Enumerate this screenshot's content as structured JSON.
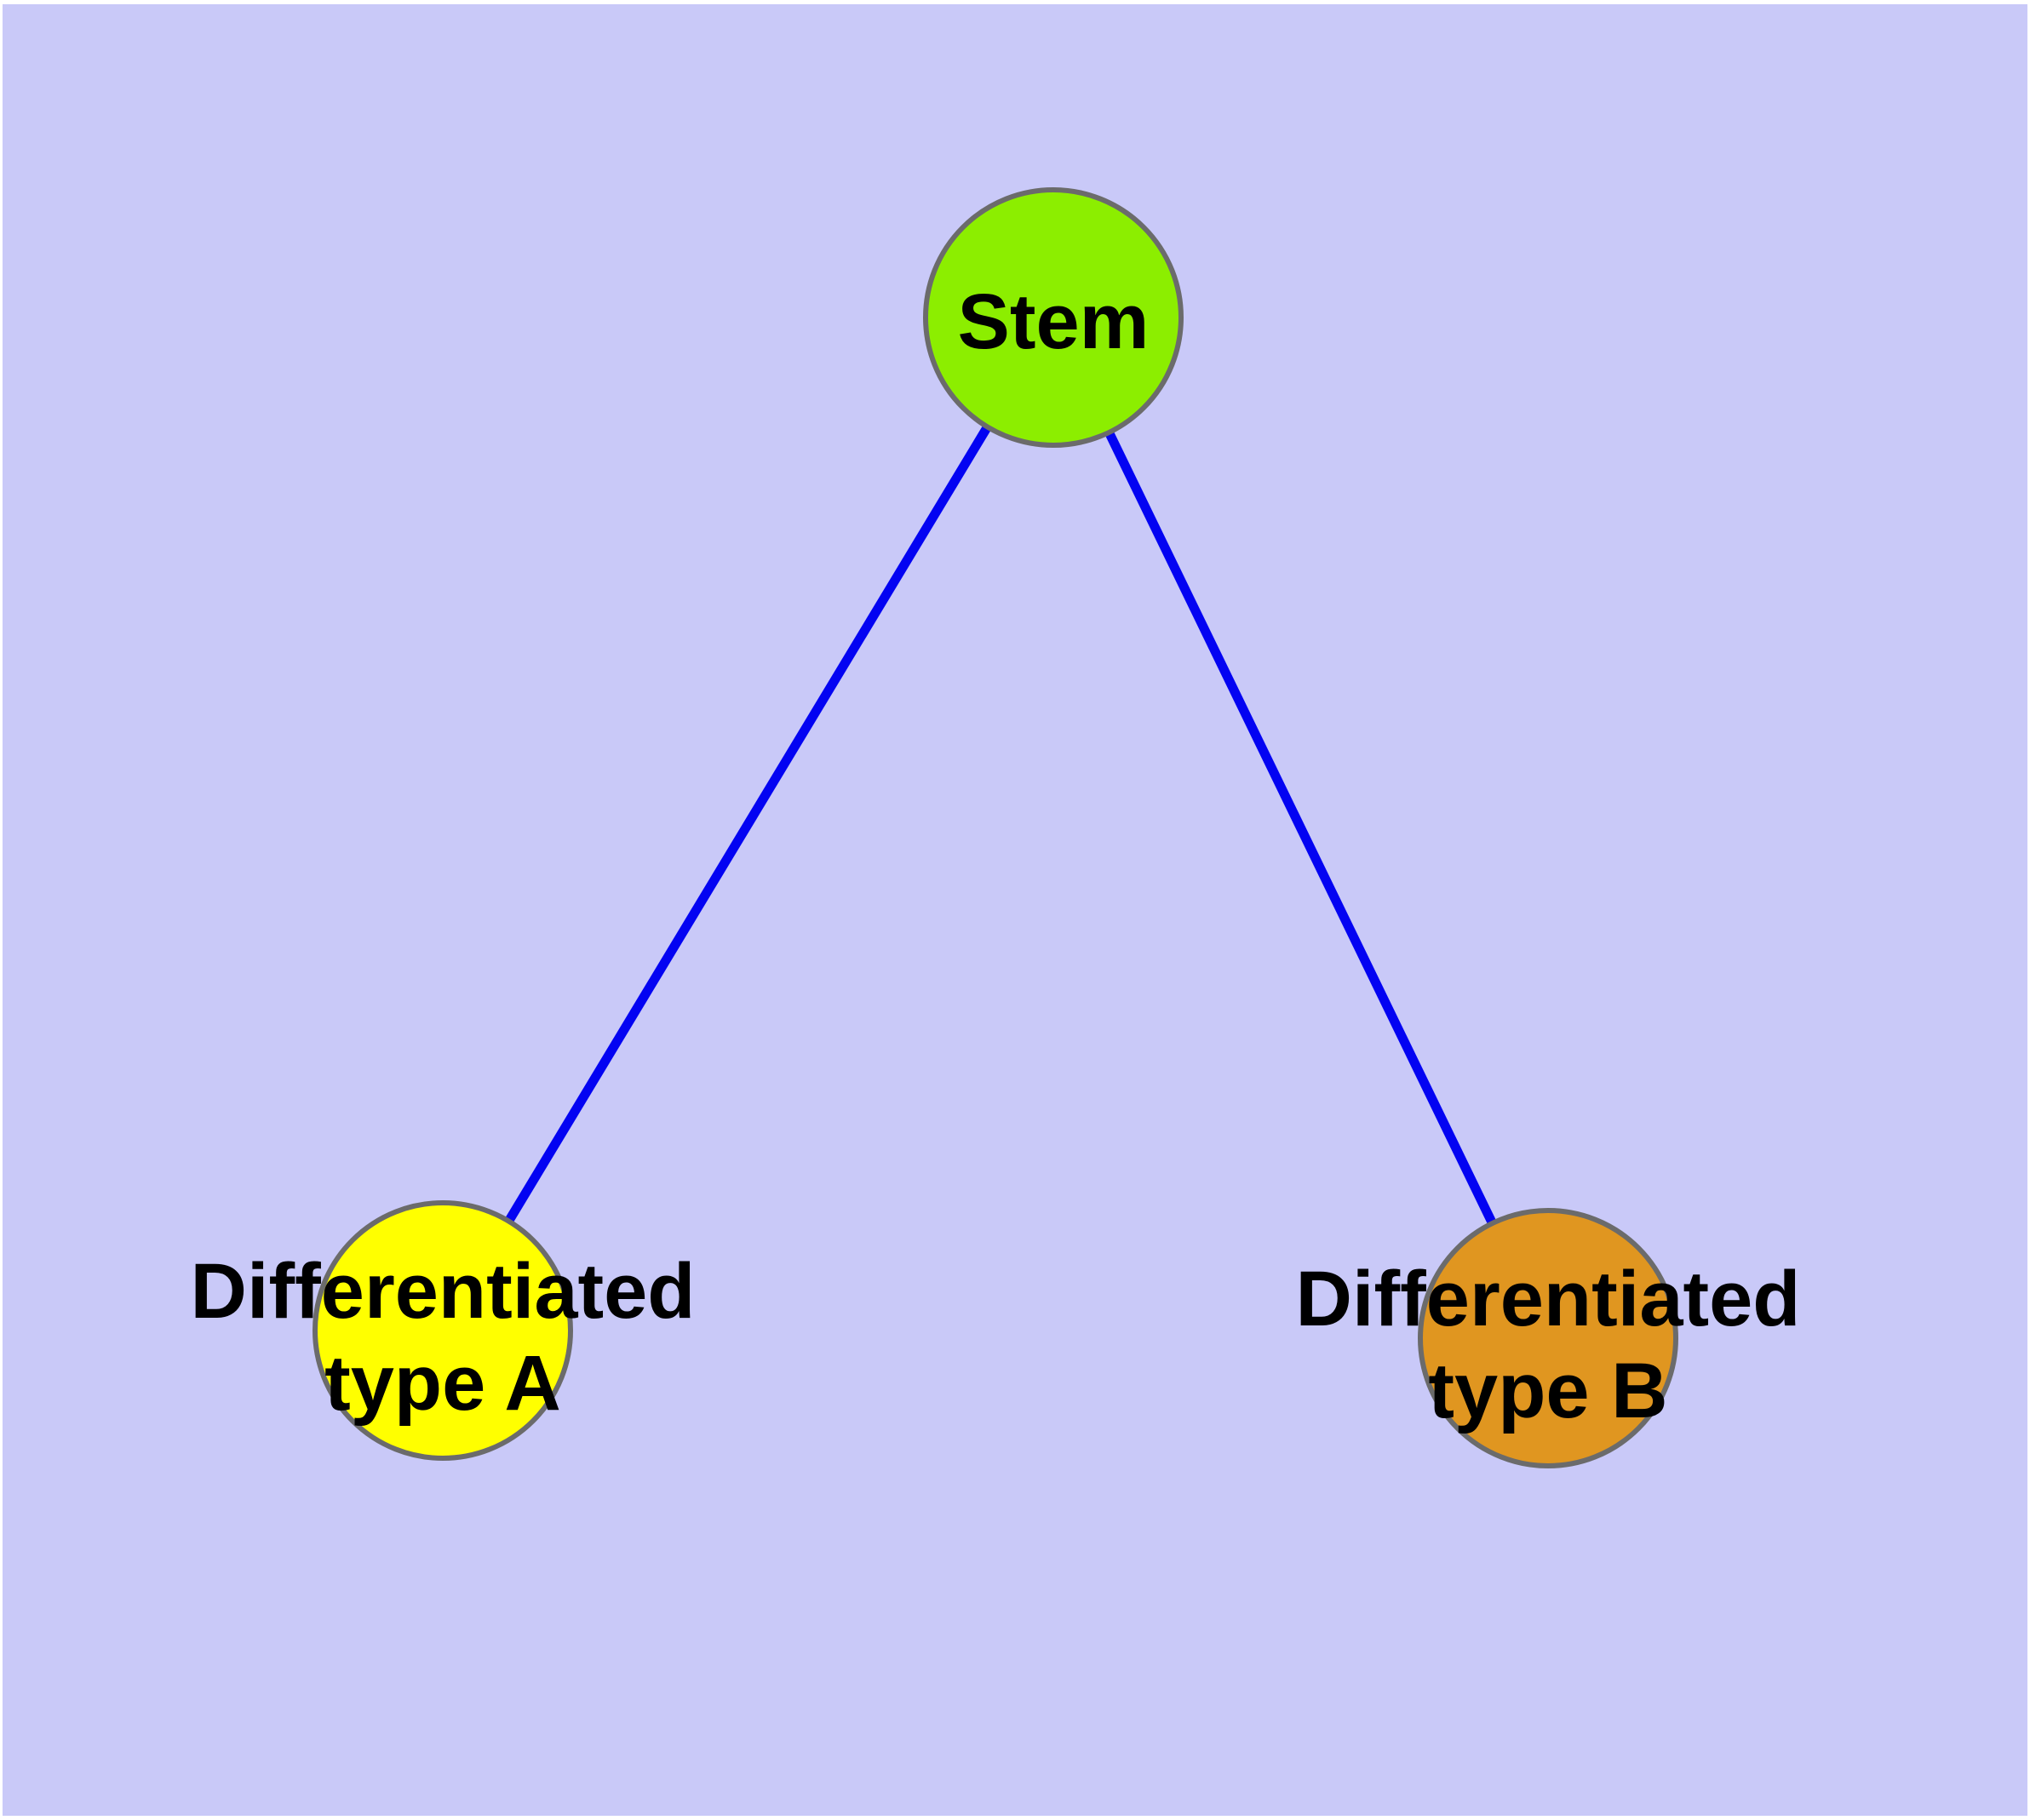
{
  "diagram": {
    "type": "graph",
    "description": "Stem cell differentiation diagram",
    "colors": {
      "background": "#c9c9f8",
      "page": "#ffffff",
      "edge": "#0303f2",
      "node_border": "#6b6b6b",
      "label": "#000000"
    },
    "nodes": [
      {
        "id": "stem",
        "label": "Stem",
        "lines": [
          "Stem",
          ""
        ],
        "color": "#8cee00"
      },
      {
        "id": "differentiated-type-a",
        "label": "Differentiated type A",
        "lines": [
          "Differentiated",
          "type A"
        ],
        "color": "#ffff00"
      },
      {
        "id": "differentiated-type-b",
        "label": "Differentiated type B",
        "lines": [
          "Differentiated",
          "type B"
        ],
        "color": "#e09620"
      }
    ],
    "edges": [
      {
        "from": "Stem",
        "to": "Differentiated type A"
      },
      {
        "from": "Stem",
        "to": "Differentiated type B"
      }
    ]
  }
}
